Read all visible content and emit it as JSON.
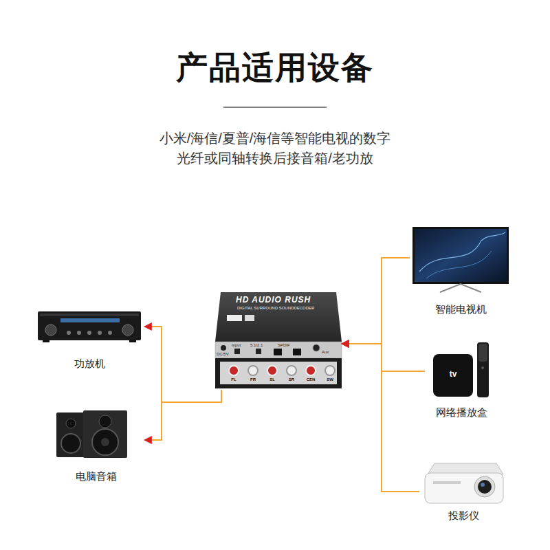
{
  "diagram": {
    "title": "产品适用设备",
    "nodes": [
      {
        "text": [
          "功放机"
        ]
      },
      {
        "text": [
          "电脑音箱"
        ]
      },
      {
        "text": [
          "HD AUDIO RUSH"
        ]
      },
      {
        "text": [
          "智能电视机"
        ]
      },
      {
        "text": [
          "网络播放盒"
        ]
      },
      {
        "text": [
          "投影仪"
        ]
      }
    ],
    "edges": [
      {
        "from": 3,
        "to": 2,
        "arrow": "to"
      },
      {
        "from": 4,
        "to": 2,
        "arrow": "to"
      },
      {
        "from": 5,
        "to": 2,
        "arrow": "to"
      },
      {
        "from": 2,
        "to": 0,
        "arrow": "to"
      },
      {
        "from": 2,
        "to": 1,
        "arrow": "to"
      }
    ],
    "labels": [
      "小米/海信/夏普/海信等智能电视的数字 光纤或同轴转换后接音箱/老功放",
      "DIGITAL SURROUND SOUNDDECODER",
      "DC/5V",
      "Input",
      "5.1/2.1",
      "SPDIF",
      "Aux",
      "FL",
      "FR",
      "SL",
      "SR",
      "CEN",
      "SW",
      "tv"
    ]
  }
}
